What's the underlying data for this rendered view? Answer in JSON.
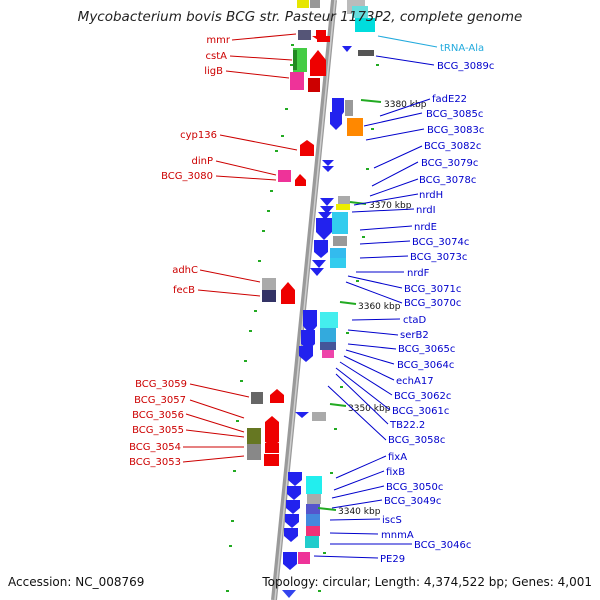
{
  "header": {
    "title": "Mycobacterium bovis BCG str. Pasteur 1173P2, complete genome"
  },
  "footer": {
    "accession": "Accession: NC_008769",
    "topology": "Topology: circular; Length: 4,374,522 bp; Genes: 4,001"
  },
  "colors": {
    "reverse_label": "#cc0000",
    "forward_label": "#0000cc",
    "rna_label": "#22aadd",
    "backbone": "#8a8a8a",
    "tick": "#22aa22"
  },
  "ticks": [
    "3340 kbp",
    "3350 kbp",
    "3360 kbp",
    "3370 kbp",
    "3380 kbp"
  ],
  "left_labels": [
    "mmr",
    "cstA",
    "ligB",
    "cyp136",
    "dinP",
    "BCG_3080",
    "adhC",
    "fecB",
    "BCG_3059",
    "BCG_3057",
    "BCG_3056",
    "BCG_3055",
    "BCG_3054",
    "BCG_3053"
  ],
  "right_labels": [
    "tRNA-Ala",
    "BCG_3089c",
    "fadE22",
    "BCG_3085c",
    "BCG_3083c",
    "BCG_3082c",
    "BCG_3079c",
    "BCG_3078c",
    "nrdH",
    "nrdI",
    "nrdE",
    "BCG_3074c",
    "BCG_3073c",
    "nrdF",
    "BCG_3071c",
    "BCG_3070c",
    "ctaD",
    "serB2",
    "BCG_3065c",
    "BCG_3064c",
    "echA17",
    "BCG_3062c",
    "BCG_3061c",
    "TB22.2",
    "BCG_3058c",
    "fixA",
    "fixB",
    "BCG_3050c",
    "BCG_3049c",
    "iscS",
    "mnmA",
    "BCG_3046c",
    "PE29"
  ]
}
